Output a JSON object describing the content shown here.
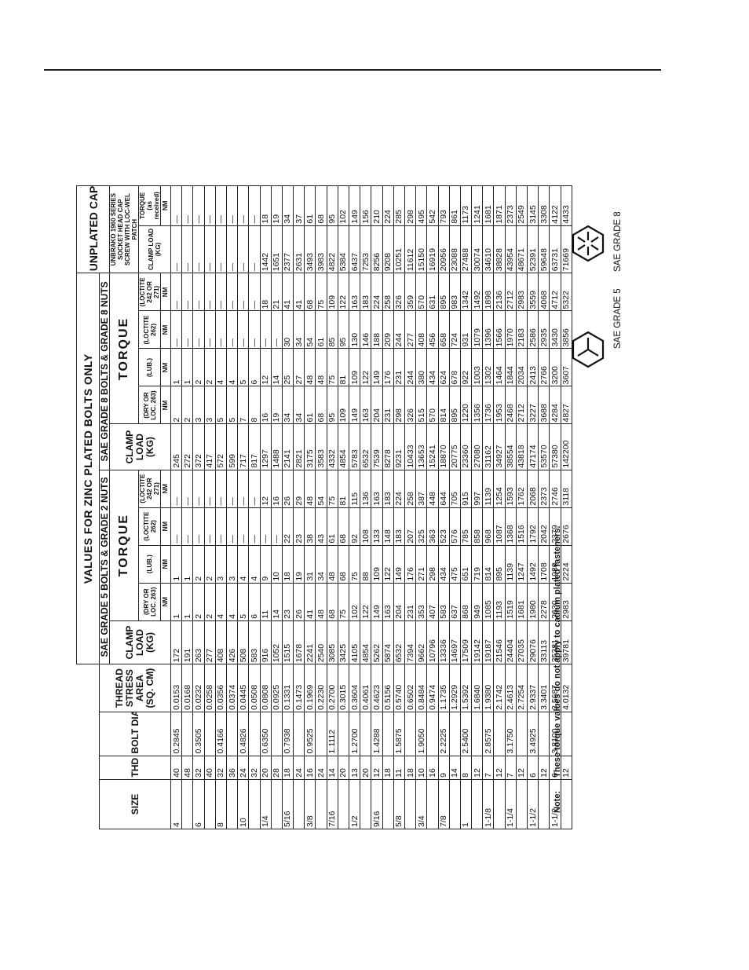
{
  "title": "VALUES FOR ZINC PLATED BOLTS ONLY",
  "grade5_header": "SAE GRADE 5 BOLTS & GRADE 2 NUTS",
  "grade8_header": "SAE GRADE 8 BOLTS & GRADE 8 NUTS",
  "torque_label": "TORQUE",
  "unplated_header": "UNPLATED CAP SCREWS",
  "unbrako_header": "UNBRAKO 1960 SERIES SOCKET HEAD CAP SCREW WITH LOC-WEL PATCH",
  "columns": {
    "size": "SIZE",
    "thd": "THD",
    "bolt_dia": "BOLT DIA. (CM)",
    "stress_area": "THREAD STRESS AREA (SQ. CM)",
    "clamp_load": "CLAMP LOAD (KG)",
    "dry": "(DRY OR LOC. 263)",
    "lub": "(LUB.)",
    "loctite262": "(LOCTITE 262)",
    "loctite242": "(LOCTITE 242 OR 271)",
    "clamp_load_kg": "CLAMP LOAD (KG)",
    "torque_as_rcvd": "TORQUE (as received)",
    "unit_nm": "NM"
  },
  "rows": [
    [
      "4",
      "40",
      "0.2845",
      "0.0153",
      "172",
      "1",
      "1",
      "—",
      "—",
      "245",
      "2",
      "1",
      "—",
      "—",
      "—",
      "—"
    ],
    [
      "",
      "48",
      "",
      "0.0168",
      "191",
      "1",
      "1",
      "—",
      "—",
      "272",
      "2",
      "1",
      "—",
      "—",
      "—",
      "—"
    ],
    [
      "6",
      "32",
      "0.3505",
      "0.0232",
      "263",
      "2",
      "2",
      "—",
      "—",
      "372",
      "3",
      "2",
      "—",
      "—",
      "—",
      "—"
    ],
    [
      "",
      "40",
      "",
      "0.0258",
      "277",
      "2",
      "2",
      "—",
      "—",
      "417",
      "3",
      "2",
      "—",
      "—",
      "—",
      "—"
    ],
    [
      "8",
      "32",
      "0.4166",
      "0.0356",
      "408",
      "4",
      "3",
      "—",
      "—",
      "572",
      "5",
      "4",
      "—",
      "—",
      "—",
      "—"
    ],
    [
      "",
      "36",
      "",
      "0.0374",
      "426",
      "4",
      "3",
      "—",
      "—",
      "599",
      "5",
      "4",
      "—",
      "—",
      "—",
      "—"
    ],
    [
      "10",
      "24",
      "0.4826",
      "0.0445",
      "508",
      "5",
      "4",
      "—",
      "—",
      "717",
      "7",
      "5",
      "—",
      "—",
      "—",
      "—"
    ],
    [
      "",
      "32",
      "",
      "0.0508",
      "583",
      "6",
      "4",
      "—",
      "—",
      "817",
      "8",
      "6",
      "—",
      "—",
      "—",
      "—"
    ],
    [
      "1/4",
      "20",
      "0.6350",
      "0.0808",
      "916",
      "11",
      "9",
      "—",
      "12",
      "1297",
      "16",
      "12",
      "—",
      "18",
      "1442",
      "18"
    ],
    [
      "",
      "28",
      "",
      "0.0925",
      "1052",
      "14",
      "10",
      "—",
      "16",
      "1488",
      "19",
      "14",
      "—",
      "21",
      "1651",
      "19"
    ],
    [
      "5/16",
      "18",
      "0.7938",
      "0.1331",
      "1515",
      "23",
      "18",
      "22",
      "26",
      "2141",
      "34",
      "25",
      "30",
      "41",
      "2377",
      "34"
    ],
    [
      "",
      "24",
      "",
      "0.1473",
      "1678",
      "26",
      "19",
      "23",
      "29",
      "2821",
      "34",
      "27",
      "34",
      "41",
      "2631",
      "37"
    ],
    [
      "3/8",
      "16",
      "0.9525",
      "0.1969",
      "2241",
      "41",
      "31",
      "38",
      "48",
      "3175",
      "61",
      "48",
      "54",
      "68",
      "3493",
      "61"
    ],
    [
      "",
      "24",
      "",
      "0.2230",
      "2540",
      "48",
      "34",
      "43",
      "54",
      "3583",
      "68",
      "48",
      "61",
      "75",
      "3983",
      "68"
    ],
    [
      "7/16",
      "14",
      "1.1112",
      "0.2700",
      "3085",
      "68",
      "48",
      "61",
      "75",
      "4332",
      "95",
      "75",
      "85",
      "109",
      "4822",
      "95"
    ],
    [
      "",
      "20",
      "",
      "0.3015",
      "3425",
      "75",
      "68",
      "68",
      "81",
      "4854",
      "109",
      "81",
      "95",
      "122",
      "5384",
      "102"
    ],
    [
      "1/2",
      "13",
      "1.2700",
      "0.3604",
      "4105",
      "102",
      "75",
      "92",
      "115",
      "5783",
      "149",
      "109",
      "130",
      "163",
      "6437",
      "149"
    ],
    [
      "",
      "20",
      "",
      "0.4061",
      "4854",
      "122",
      "88",
      "108",
      "136",
      "6532",
      "163",
      "122",
      "146",
      "183",
      "7253",
      "156"
    ],
    [
      "9/16",
      "12",
      "1.4288",
      "0.4623",
      "5262",
      "149",
      "109",
      "133",
      "163",
      "7539",
      "204",
      "149",
      "188",
      "224",
      "8256",
      "210"
    ],
    [
      "",
      "18",
      "",
      "0.5156",
      "5874",
      "163",
      "122",
      "148",
      "183",
      "8278",
      "231",
      "176",
      "209",
      "258",
      "9208",
      "224"
    ],
    [
      "5/8",
      "11",
      "1.5875",
      "0.5740",
      "6532",
      "204",
      "149",
      "183",
      "224",
      "9231",
      "298",
      "231",
      "244",
      "326",
      "10251",
      "285"
    ],
    [
      "",
      "18",
      "",
      "0.6502",
      "7394",
      "231",
      "176",
      "207",
      "258",
      "10433",
      "326",
      "244",
      "277",
      "359",
      "11612",
      "298"
    ],
    [
      "3/4",
      "10",
      "1.9050",
      "0.8484",
      "9662",
      "353",
      "271",
      "325",
      "387",
      "13653",
      "515",
      "380",
      "408",
      "570",
      "15150",
      "495"
    ],
    [
      "",
      "16",
      "",
      "0.9474",
      "10796",
      "407",
      "298",
      "363",
      "448",
      "15241",
      "570",
      "434",
      "456",
      "631",
      "16919",
      "542"
    ],
    [
      "7/8",
      "9",
      "2.2225",
      "1.1735",
      "13336",
      "583",
      "434",
      "523",
      "644",
      "18870",
      "814",
      "624",
      "658",
      "895",
      "20956",
      "793"
    ],
    [
      "",
      "14",
      "",
      "1.2929",
      "14697",
      "637",
      "475",
      "576",
      "705",
      "20775",
      "895",
      "678",
      "724",
      "983",
      "23088",
      "861"
    ],
    [
      "1",
      "8",
      "2.5400",
      "1.5392",
      "17509",
      "868",
      "651",
      "785",
      "915",
      "23360",
      "1220",
      "922",
      "931",
      "1342",
      "27488",
      "1173"
    ],
    [
      "",
      "12",
      "",
      "1.6840",
      "19142",
      "949",
      "719",
      "858",
      "997",
      "27080",
      "1356",
      "1003",
      "1079",
      "1492",
      "30074",
      "1241"
    ],
    [
      "1-1/8",
      "7",
      "2.8575",
      "1.9380",
      "19187",
      "1085",
      "814",
      "968",
      "1139",
      "31162",
      "1736",
      "1302",
      "1396",
      "1898",
      "34610",
      "1681"
    ],
    [
      "",
      "12",
      "",
      "2.1742",
      "21546",
      "1193",
      "895",
      "1087",
      "1254",
      "34927",
      "1953",
      "1464",
      "1566",
      "2136",
      "38828",
      "1871"
    ],
    [
      "1-1/4",
      "7",
      "3.1750",
      "2.4613",
      "24404",
      "1519",
      "1139",
      "1368",
      "1593",
      "38554",
      "2468",
      "1844",
      "1970",
      "2712",
      "43954",
      "2373"
    ],
    [
      "",
      "12",
      "",
      "2.7254",
      "27035",
      "1681",
      "1247",
      "1516",
      "1762",
      "43818",
      "2712",
      "2034",
      "2183",
      "2983",
      "48671",
      "2549"
    ],
    [
      "1-1/2",
      "6",
      "3.4925",
      "2.9337",
      "29076",
      "1980",
      "1492",
      "1792",
      "2068",
      "47174",
      "3227",
      "2413",
      "2586",
      "3559",
      "52391",
      "3145"
    ],
    [
      "",
      "12",
      "",
      "3.3401",
      "33113",
      "2278",
      "1708",
      "2042",
      "2373",
      "53570",
      "3688",
      "2766",
      "2935",
      "4068",
      "59648",
      "3308"
    ],
    [
      "1-1/2",
      "6",
      "3.8100",
      "3.5687",
      "35381",
      "2630",
      "1980",
      "2379",
      "2746",
      "57380",
      "4284",
      "3200",
      "3430",
      "4712",
      "63731",
      "4122"
    ],
    [
      "",
      "12",
      "",
      "4.0132",
      "39781",
      "2983",
      "2224",
      "2676",
      "3118",
      "142200",
      "4827",
      "3607",
      "3856",
      "5322",
      "71669",
      "4433"
    ]
  ],
  "note_label": "Note:",
  "note_text": "These torque values do not apply to cadium plated fasteners.",
  "grade5_label": "SAE GRADE 5",
  "grade8_label": "SAE GRADE 8"
}
